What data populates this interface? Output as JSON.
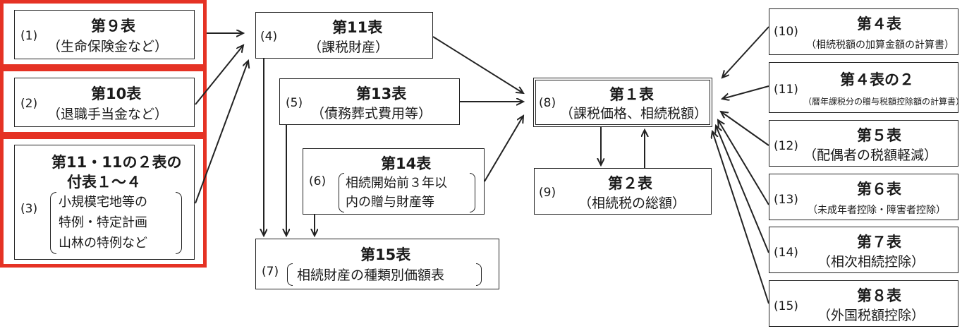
{
  "boxes": {
    "b1": {
      "num": "(1)",
      "title": "第９表",
      "sub": "（生命保険金など）"
    },
    "b2": {
      "num": "(2)",
      "title": "第10表",
      "sub": "（退職手当金など）"
    },
    "b3": {
      "num": "(3)",
      "title1": "第11・11の２表の",
      "title2": "付表１～４",
      "lines": [
        "小規模宅地等の",
        "特例・特定計画",
        "山林の特例など"
      ]
    },
    "b4": {
      "num": "(4)",
      "title": "第11表",
      "sub": "（課税財産）"
    },
    "b5": {
      "num": "(5)",
      "title": "第13表",
      "sub": "（債務葬式費用等）"
    },
    "b6": {
      "num": "(6)",
      "title": "第14表",
      "lines": [
        "相続開始前３年以",
        "内の贈与財産等"
      ]
    },
    "b7": {
      "num": "(7)",
      "title": "第15表",
      "sub": "相続財産の種類別価額表"
    },
    "b8": {
      "num": "(8)",
      "title": "第１表",
      "sub": "（課税価格、相続税額）"
    },
    "b9": {
      "num": "(9)",
      "title": "第２表",
      "sub": "（相続税の総額）"
    },
    "b10": {
      "num": "(10)",
      "title": "第４表",
      "sub": "（相続税額の加算金額の計算書）"
    },
    "b11": {
      "num": "(11)",
      "title": "第４表の２",
      "sub": "（暦年課税分の贈与税額控除額の計算書）"
    },
    "b12": {
      "num": "(12)",
      "title": "第５表",
      "sub": "（配偶者の税額軽減）"
    },
    "b13": {
      "num": "(13)",
      "title": "第６表",
      "sub": "（未成年者控除・障害者控除）"
    },
    "b14": {
      "num": "(14)",
      "title": "第７表",
      "sub": "（相次相続控除）"
    },
    "b15": {
      "num": "(15)",
      "title": "第８表",
      "sub": "（外国税額控除）"
    }
  },
  "colors": {
    "highlight": "#e53224",
    "line": "#222222"
  }
}
